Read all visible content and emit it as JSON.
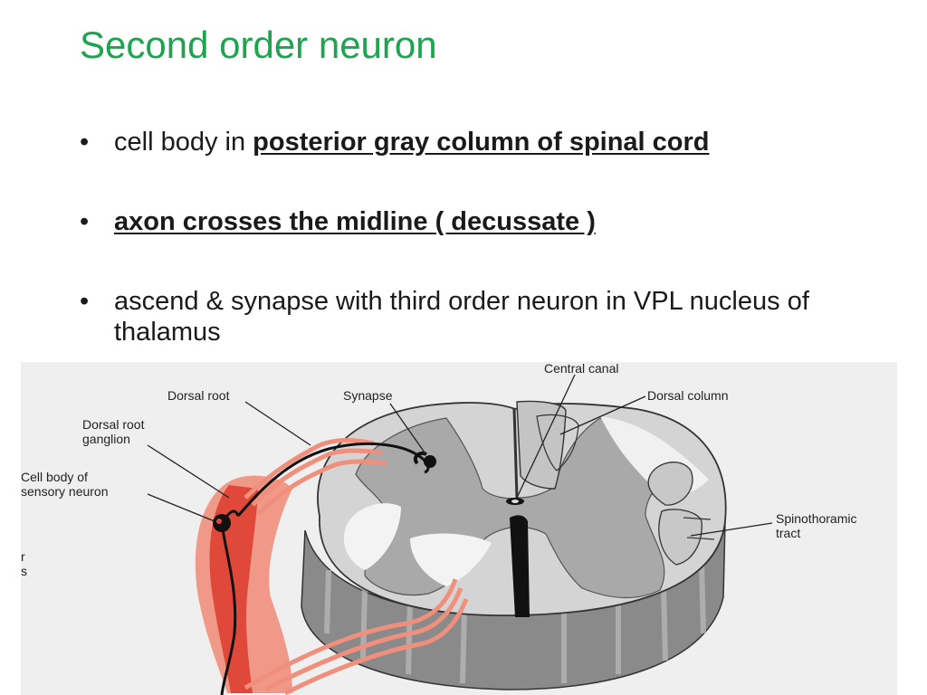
{
  "slide": {
    "title": "Second order neuron",
    "bullets": [
      {
        "plain": "cell body in ",
        "emph": "posterior gray column of spinal cord"
      },
      {
        "plain": "",
        "emph": "axon crosses the midline ( decussate )"
      },
      {
        "plain": "ascend & synapse with third order neuron in VPL nucleus of thalamus",
        "emph": ""
      }
    ],
    "bullet_char": "•"
  },
  "diagram": {
    "labels": {
      "central_canal": "Central canal",
      "dorsal_column": "Dorsal column",
      "dorsal_root": "Dorsal root",
      "synapse": "Synapse",
      "dorsal_root_ganglion_1": "Dorsal root",
      "dorsal_root_ganglion_2": "ganglion",
      "cell_body_1": "Cell body of",
      "cell_body_2": "sensory neuron",
      "spinothalamic_1": "Spinothoramic",
      "spinothalamic_2": "tract",
      "fragment_1": "r",
      "fragment_2": "s"
    },
    "colors": {
      "title_green": "#1ea34f",
      "gray_matter": "#a9a9a9",
      "white_matter": "#d4d4d4",
      "ganglion_red": "#e0493a",
      "nerve_pink": "#ef8f7c"
    }
  }
}
